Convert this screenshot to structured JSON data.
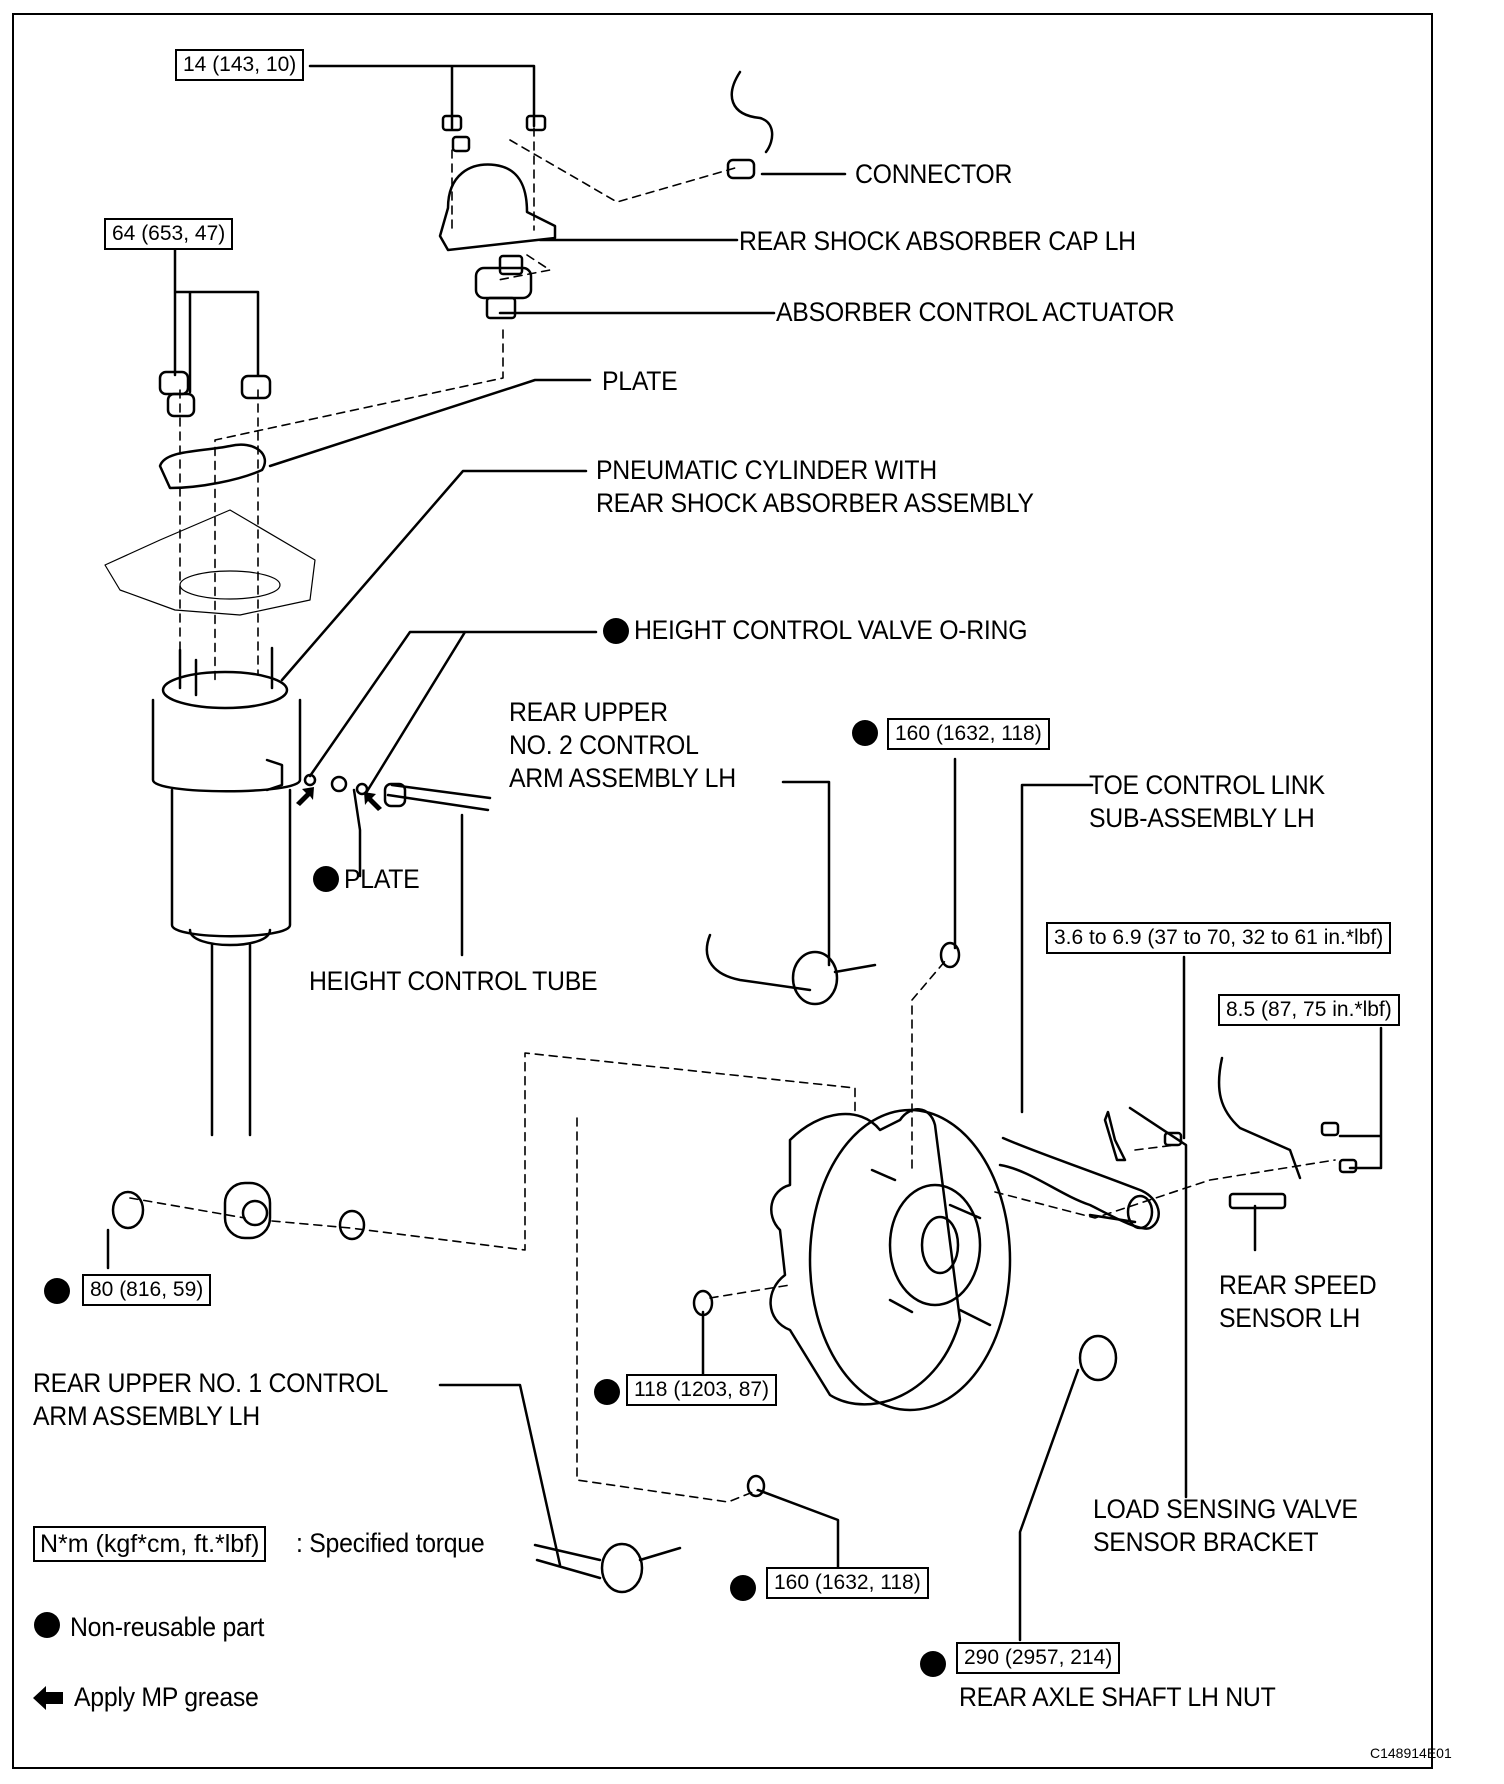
{
  "diagram": {
    "figure_id": "C148914E01",
    "labels": {
      "connector": "CONNECTOR",
      "cap": "REAR SHOCK ABSORBER CAP LH",
      "actuator": "ABSORBER CONTROL ACTUATOR",
      "plate_upper": "PLATE",
      "cylinder_line1": "PNEUMATIC CYLINDER WITH",
      "cylinder_line2": "REAR SHOCK ABSORBER ASSEMBLY",
      "oring": "HEIGHT CONTROL VALVE O-RING",
      "upper_no2_line1": "REAR UPPER",
      "upper_no2_line2": "NO. 2 CONTROL",
      "upper_no2_line3": "ARM ASSEMBLY LH",
      "plate_lower": "PLATE",
      "tube": "HEIGHT CONTROL TUBE",
      "toe_line1": "TOE CONTROL LINK",
      "toe_line2": "SUB-ASSEMBLY LH",
      "speed_line1": "REAR SPEED",
      "speed_line2": "SENSOR LH",
      "upper_no1_line1": "REAR UPPER NO. 1 CONTROL",
      "upper_no1_line2": "ARM ASSEMBLY LH",
      "load_line1": "LOAD SENSING VALVE",
      "load_line2": "SENSOR BRACKET",
      "axle_nut": "REAR AXLE SHAFT LH NUT"
    },
    "torques": {
      "cap_nuts": "14 (143, 10)",
      "upper_mount_nuts": "64 (653, 47)",
      "no2_arm_nut": "160 (1632, 118)",
      "toe_bracket_bolt": "3.6 to 6.9 (37 to 70, 32 to 61 in.*lbf)",
      "speed_sensor_bolts": "8.5 (87, 75 in.*lbf)",
      "lower_shock_bolt": "80 (816, 59)",
      "knuckle_nut": "118 (1203, 87)",
      "no1_arm_nut": "160 (1632, 118)",
      "axle_nut": "290 (2957, 214)"
    },
    "legend": {
      "torque_unit": "N*m (kgf*cm, ft.*lbf)",
      "torque_desc": ": Specified torque",
      "non_reusable": "Non-reusable part",
      "grease": "Apply MP grease"
    }
  }
}
